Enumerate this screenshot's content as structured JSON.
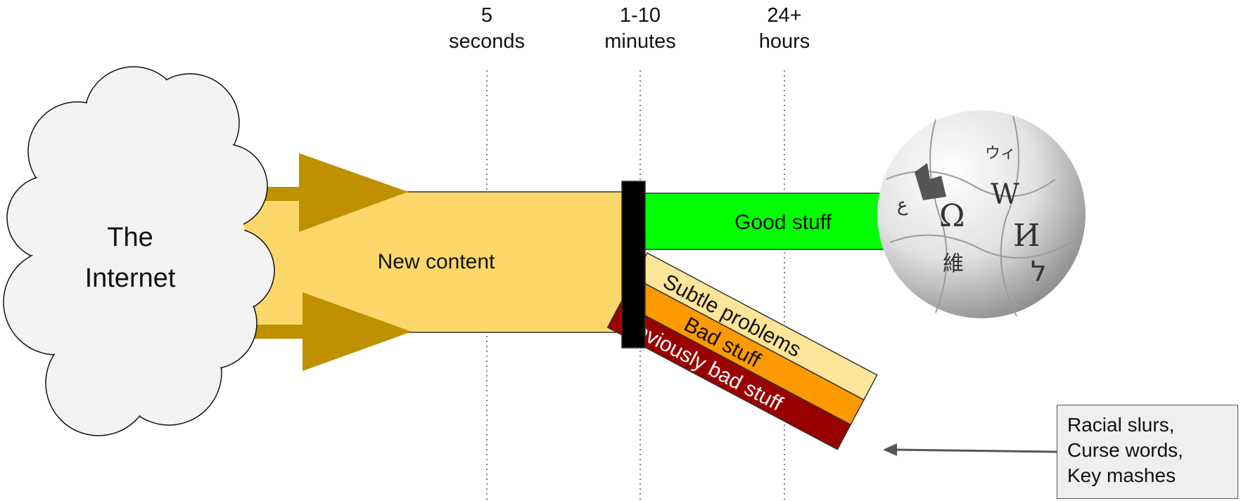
{
  "timeline": {
    "markers": [
      {
        "line1": "5",
        "line2": "seconds"
      },
      {
        "line1": "1-10",
        "line2": "minutes"
      },
      {
        "line1": "24+",
        "line2": "hours"
      }
    ]
  },
  "source": {
    "line1": "The",
    "line2": "Internet"
  },
  "flow": {
    "label": "New content"
  },
  "outputs": {
    "good": "Good stuff",
    "subtle": "Subtle problems",
    "bad": "Bad stuff",
    "obvious": "Obviously bad stuff"
  },
  "callout": {
    "lines": [
      "Racial slurs,",
      "Curse words,",
      "Key mashes"
    ]
  },
  "logo": {
    "glyphs": [
      "Ω",
      "W",
      "И",
      "維",
      "ウィ",
      "ל",
      "ع"
    ]
  },
  "colors": {
    "arrow": "#bf9000",
    "flow": "#fcd86b",
    "filter": "#000000",
    "good": "#00ff00",
    "subtle": "#ffe599",
    "bad": "#ff9900",
    "obvious": "#990000"
  }
}
